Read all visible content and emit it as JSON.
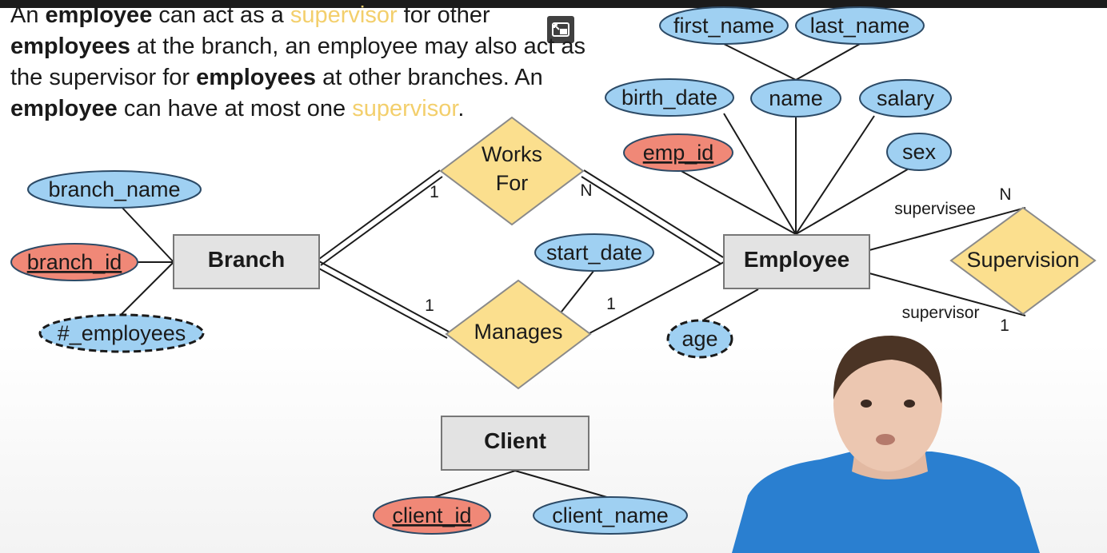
{
  "description": {
    "p1": "An ",
    "p2": "employee",
    "p3": " can act as a ",
    "p4": "supervisor",
    "p5": " for other ",
    "p6": "employees",
    "p7": " at the branch,  an employee may also act as the supervisor for ",
    "p8": "employees",
    "p9": " at other branches. An ",
    "p10": "employee",
    "p11": " can have at most one ",
    "p12": "supervisor",
    "p13": "."
  },
  "entities": {
    "branch": "Branch",
    "employee": "Employee",
    "client": "Client"
  },
  "relationships": {
    "works_for": [
      "Works",
      "For"
    ],
    "manages": "Manages",
    "supervision": "Supervision"
  },
  "attributes": {
    "first_name": "first_name",
    "last_name": "last_name",
    "name": "name",
    "birth_date": "birth_date",
    "salary": "salary",
    "emp_id": "emp_id",
    "sex": "sex",
    "age": "age",
    "branch_name": "branch_name",
    "branch_id": "branch_id",
    "num_employees": "#_employees",
    "start_date": "start_date",
    "client_id": "client_id",
    "client_name": "client_name"
  },
  "cardinalities": {
    "works_for_branch": "1",
    "works_for_employee": "N",
    "manages_branch": "1",
    "manages_employee": "1",
    "supervisee": "N",
    "supervisor": "1"
  },
  "roles": {
    "supervisee": "supervisee",
    "supervisor": "supervisor"
  },
  "colors": {
    "attribute_fill": "#9fd0f2",
    "key_attribute_fill": "#f08877",
    "relationship_fill": "#fbdf8e",
    "entity_fill": "#e3e3e3",
    "outline": "#2c4a66",
    "highlight_text": "#f3cf6c"
  },
  "icons": {
    "pip": "exit-picture-in-picture-icon"
  }
}
